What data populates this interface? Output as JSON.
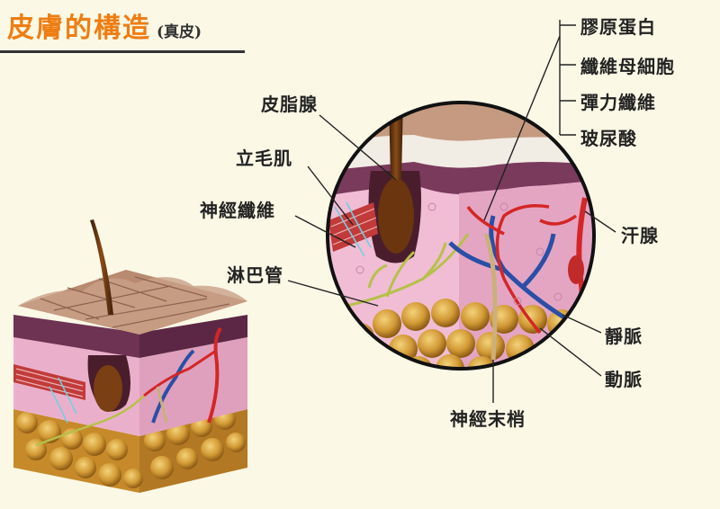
{
  "title": {
    "main": "皮膚的構造",
    "sub": "(真皮)"
  },
  "labels": {
    "sebaceous_gland": "皮脂腺",
    "arrector_pili": "立毛肌",
    "nerve_fiber": "神經纖維",
    "lymph_vessel": "淋巴管",
    "sweat_gland": "汗腺",
    "vein": "靜脈",
    "artery": "動脈",
    "nerve_ending": "神經末梢"
  },
  "dermis_components": [
    "膠原蛋白",
    "纖維母細胞",
    "彈力纖維",
    "玻尿酸"
  ],
  "colors": {
    "title_accent": "#ef7d12",
    "background": "#fbf8e6",
    "dermis_pink": "#ebb3cd",
    "epidermis": "#b88a70",
    "fat": "#c9902a",
    "artery": "#d42626",
    "vein": "#2a4fa6",
    "lymph": "#b7c04a"
  }
}
